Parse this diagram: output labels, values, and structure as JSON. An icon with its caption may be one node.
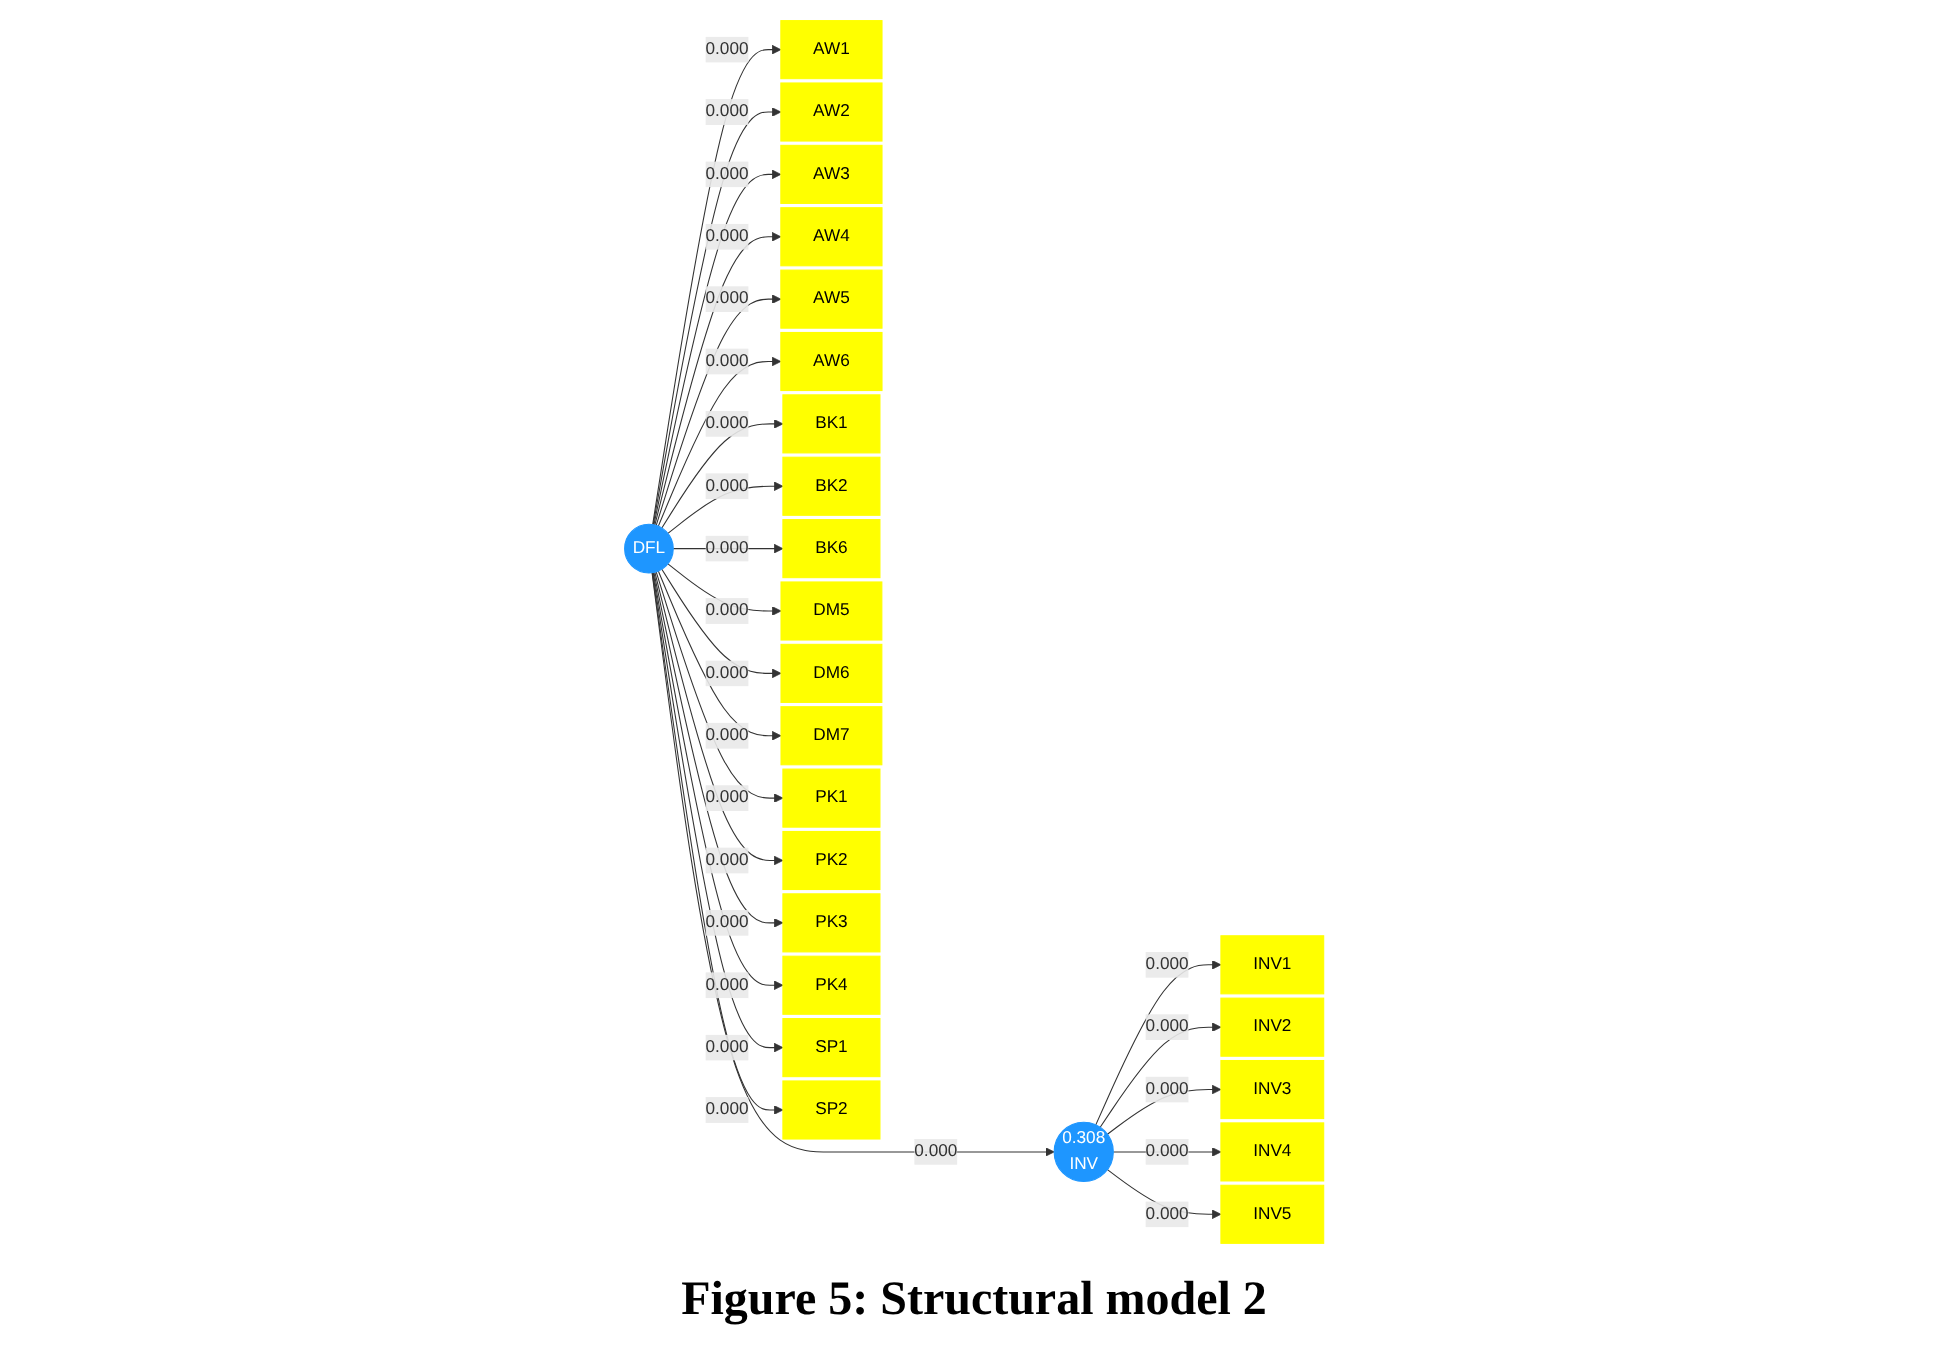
{
  "diagram": {
    "caption": "Figure 5: Structural model 2",
    "nodes": [
      {
        "text": [
          "AW1"
        ]
      },
      {
        "text": [
          "AW2"
        ]
      },
      {
        "text": [
          "AW3"
        ]
      },
      {
        "text": [
          "AW4"
        ]
      },
      {
        "text": [
          "AW5"
        ]
      },
      {
        "text": [
          "AW6"
        ]
      },
      {
        "text": [
          "BK1"
        ]
      },
      {
        "text": [
          "BK2"
        ]
      },
      {
        "text": [
          "BK6"
        ]
      },
      {
        "text": [
          "DM5"
        ]
      },
      {
        "text": [
          "DM6"
        ]
      },
      {
        "text": [
          "DM7"
        ]
      },
      {
        "text": [
          "PK1"
        ]
      },
      {
        "text": [
          "PK2"
        ]
      },
      {
        "text": [
          "PK3"
        ]
      },
      {
        "text": [
          "PK4"
        ]
      },
      {
        "text": [
          "SP1"
        ]
      },
      {
        "text": [
          "SP2"
        ]
      },
      {
        "text": [
          "DFL"
        ]
      },
      {
        "text": [
          "0.308",
          "INV"
        ]
      },
      {
        "text": [
          "INV1"
        ]
      },
      {
        "text": [
          "INV2"
        ]
      },
      {
        "text": [
          "INV3"
        ]
      },
      {
        "text": [
          "INV4"
        ]
      },
      {
        "text": [
          "INV5"
        ]
      }
    ],
    "edges": [
      {
        "from": 18,
        "to": 0,
        "arrow": "to",
        "label": "0.000"
      },
      {
        "from": 18,
        "to": 1,
        "arrow": "to",
        "label": "0.000"
      },
      {
        "from": 18,
        "to": 2,
        "arrow": "to",
        "label": "0.000"
      },
      {
        "from": 18,
        "to": 3,
        "arrow": "to",
        "label": "0.000"
      },
      {
        "from": 18,
        "to": 4,
        "arrow": "to",
        "label": "0.000"
      },
      {
        "from": 18,
        "to": 5,
        "arrow": "to",
        "label": "0.000"
      },
      {
        "from": 18,
        "to": 6,
        "arrow": "to",
        "label": "0.000"
      },
      {
        "from": 18,
        "to": 7,
        "arrow": "to",
        "label": "0.000"
      },
      {
        "from": 18,
        "to": 8,
        "arrow": "to",
        "label": "0.000"
      },
      {
        "from": 18,
        "to": 9,
        "arrow": "to",
        "label": "0.000"
      },
      {
        "from": 18,
        "to": 10,
        "arrow": "to",
        "label": "0.000"
      },
      {
        "from": 18,
        "to": 11,
        "arrow": "to",
        "label": "0.000"
      },
      {
        "from": 18,
        "to": 12,
        "arrow": "to",
        "label": "0.000"
      },
      {
        "from": 18,
        "to": 13,
        "arrow": "to",
        "label": "0.000"
      },
      {
        "from": 18,
        "to": 14,
        "arrow": "to",
        "label": "0.000"
      },
      {
        "from": 18,
        "to": 15,
        "arrow": "to",
        "label": "0.000"
      },
      {
        "from": 18,
        "to": 16,
        "arrow": "to",
        "label": "0.000"
      },
      {
        "from": 18,
        "to": 17,
        "arrow": "to",
        "label": "0.000"
      },
      {
        "from": 18,
        "to": 19,
        "arrow": "to",
        "label": "0.000"
      },
      {
        "from": 19,
        "to": 20,
        "arrow": "to",
        "label": "0.000"
      },
      {
        "from": 19,
        "to": 21,
        "arrow": "to",
        "label": "0.000"
      },
      {
        "from": 19,
        "to": 22,
        "arrow": "to",
        "label": "0.000"
      },
      {
        "from": 19,
        "to": 23,
        "arrow": "to",
        "label": "0.000"
      },
      {
        "from": 19,
        "to": 24,
        "arrow": "to",
        "label": "0.000"
      }
    ]
  }
}
